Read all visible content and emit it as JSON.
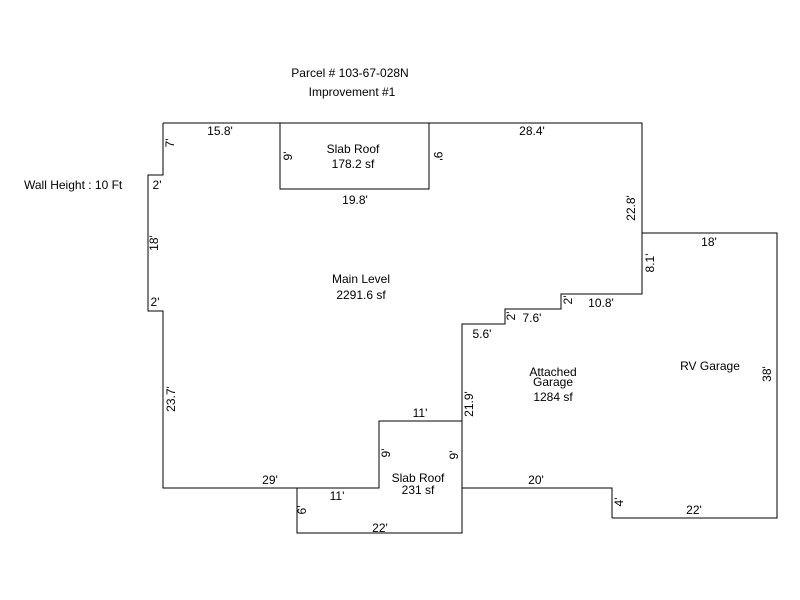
{
  "header": {
    "parcel": "Parcel # 103-67-028N",
    "improvement": "Improvement #1"
  },
  "wall_height": "Wall Height : 10 Ft",
  "areas": {
    "slab_roof_top": {
      "name": "Slab Roof",
      "area": "178.2 sf"
    },
    "main_level": {
      "name": "Main Level",
      "area": "2291.6 sf"
    },
    "attached_garage": {
      "name_line1": "Attached",
      "name_line2": "Garage",
      "area": "1284 sf"
    },
    "rv_garage": {
      "name": "RV Garage"
    },
    "slab_roof_bottom": {
      "name": "Slab Roof",
      "area": "231 sf"
    }
  },
  "dimensions": {
    "top_left": "15.8'",
    "top_right": "28.4'",
    "left_top_notch": "7'",
    "left_upper_jog": "2'",
    "left_middle": "18'",
    "left_lower_jog": "2'",
    "left_bottom": "23.7'",
    "bottom_left": "29'",
    "slab_top_left": "9'",
    "slab_top_right": "9'",
    "slab_top_bottom": "19.8'",
    "right_upper": "22.8'",
    "step_vertical_1": "8.1'",
    "step_horizontal_1": "10.8'",
    "step_vertical_2": "2'",
    "step_horizontal_2": "7.6'",
    "step_vertical_3": "2'",
    "step_horizontal_3": "5.6'",
    "garage_left": "21.9'",
    "inner_top": "11'",
    "inner_left": "9'",
    "inner_right": "9'",
    "slab_bottom_top": "11'",
    "slab_bottom_left": "6'",
    "slab_bottom_bottom": "22'",
    "garage_bottom": "20'",
    "garage_jog": "4'",
    "rv_top": "18'",
    "rv_right": "38'",
    "rv_bottom": "22'"
  }
}
